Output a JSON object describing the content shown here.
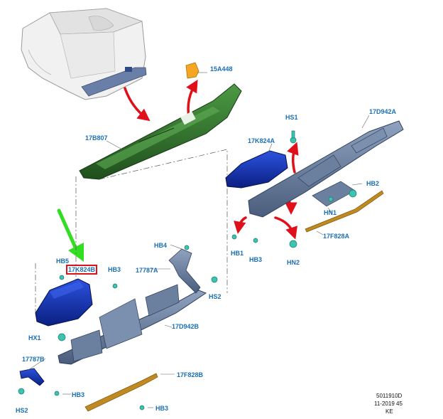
{
  "labels": {
    "p15A448": "15A448",
    "p17B807": "17B807",
    "p17K824A": "17K824A",
    "p17D942A": "17D942A",
    "hs1": "HS1",
    "hb2": "HB2",
    "hn1": "HN1",
    "p17F828A": "17F828A",
    "hb1": "HB1",
    "hb3_right": "HB3",
    "hn2": "HN2",
    "hb4": "HB4",
    "hb5": "HB5",
    "p17K824B": "17K824B",
    "hb3_mid": "HB3",
    "p17787A": "17787A",
    "hs2_right": "HS2",
    "hx1": "HX1",
    "p17D942B": "17D942B",
    "p17787B": "17787B",
    "p17F828B": "17F828B",
    "hb3_lower": "HB3",
    "hb3_bottom": "HB3",
    "hs2_left": "HS2"
  },
  "footer": {
    "line1": "5011910D",
    "line2": "11-2019 45",
    "line3": "KE"
  },
  "colors": {
    "label": "#1a6fb5",
    "highlight_box": "#e0101a",
    "arrow_red": "#e0101a",
    "arrow_green": "#33dd22",
    "step_green": "#2f6e2a",
    "bumper_blue": "#1030b0",
    "frame_steel": "#5a6f8f",
    "trim_gold": "#c08a20",
    "fastener_cyan": "#3cc4b0",
    "bracket_orange": "#f5a623"
  }
}
